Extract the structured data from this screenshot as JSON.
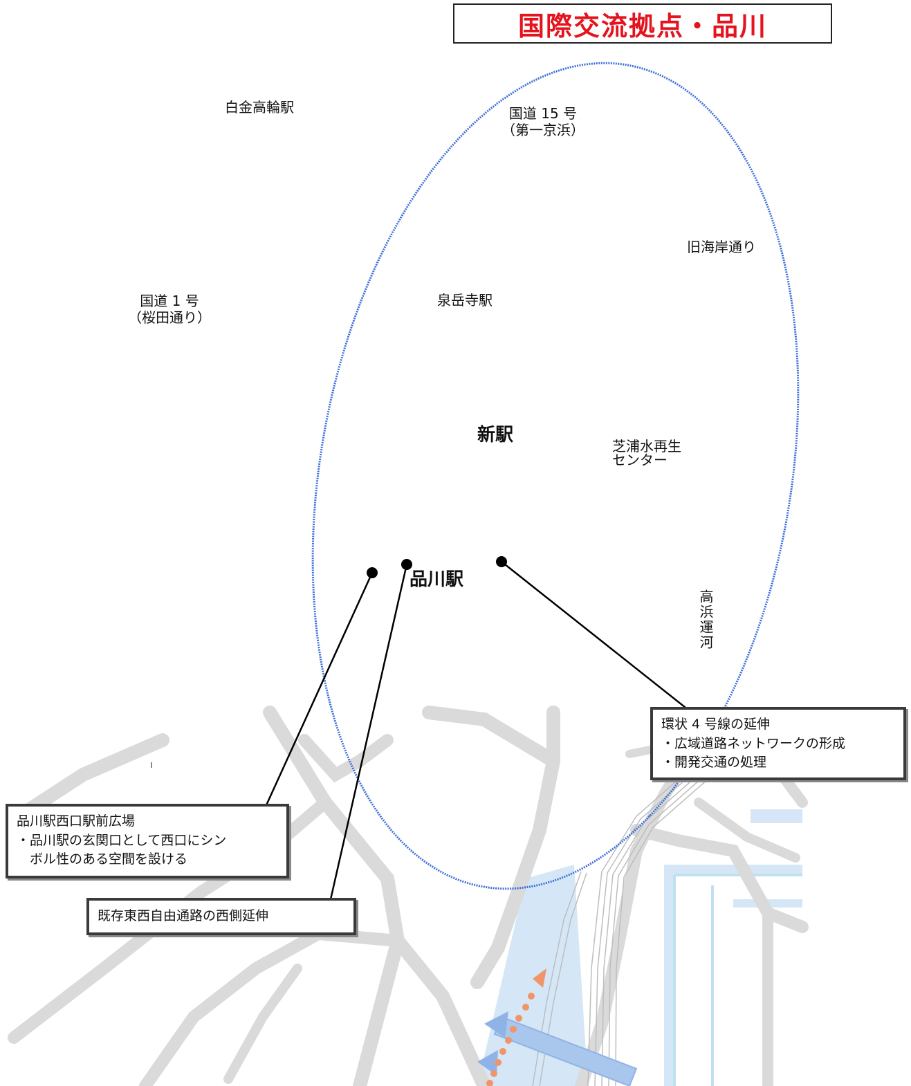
{
  "title": "国際交流拠点・品川",
  "stations": {
    "shirokane": "白金高輪駅",
    "sengakuji": "泉岳寺駅",
    "new_station": "新駅",
    "shinagawa": "品川駅"
  },
  "roads": {
    "route15_line1": "国道 15 号",
    "route15_line2": "（第一京浜）",
    "route1_line1": "国道 1 号",
    "route1_line2": "（桜田通り）",
    "kyu_kaigan": "旧海岸通り"
  },
  "places": {
    "shibaura_line1": "芝浦水再生",
    "shibaura_line2": "センター",
    "takahama_canal": "高浜運河"
  },
  "callouts": {
    "ring4": {
      "title": "環状 4 号線の延伸",
      "item1": "・広域道路ネットワークの形成",
      "item2": "・開発交通の処理"
    },
    "west_plaza": {
      "title": "品川駅西口駅前広場",
      "item1": "・品川駅の玄関口として西口にシン",
      "item2": "ボル性のある空間を設ける"
    },
    "passage": {
      "title": "既存東西自由通路の西側延伸"
    }
  },
  "colors": {
    "title_red": "#e3141e",
    "ellipse_blue": "#3d6fd9",
    "road_gray": "#d6d6d6",
    "water_blue": "#cfe4f5",
    "arrow_orange": "#f0956a",
    "arrow_blue": "#8fb3e6"
  }
}
